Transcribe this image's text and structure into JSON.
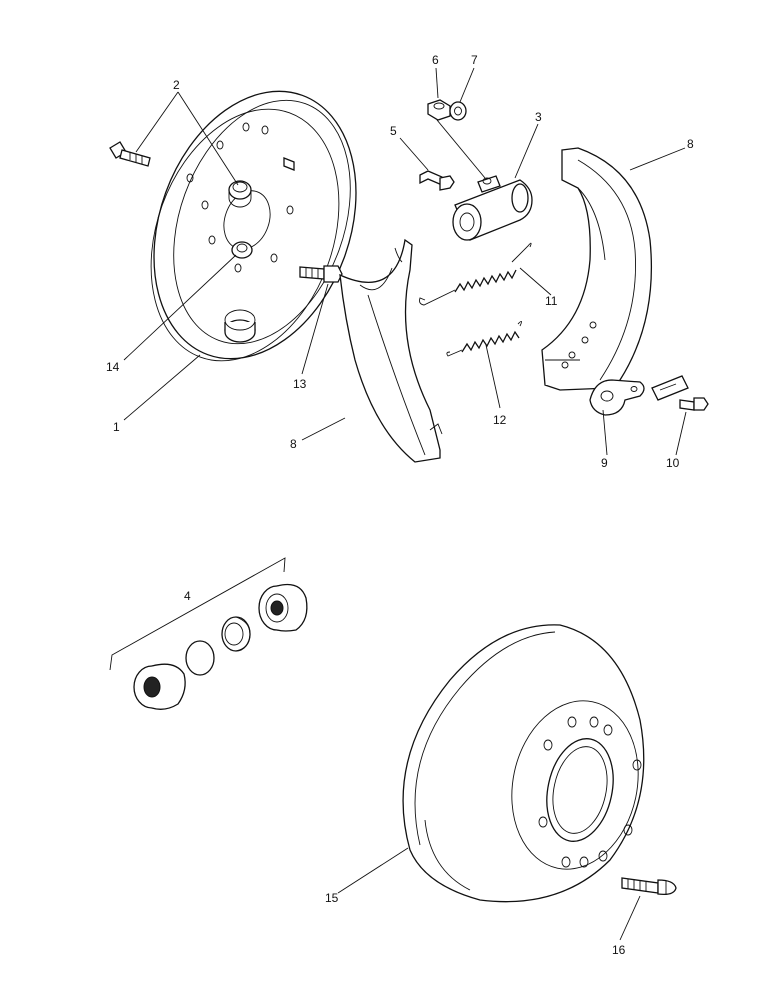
{
  "callouts": {
    "c1": "1",
    "c2": "2",
    "c3": "3",
    "c4": "4",
    "c5": "5",
    "c6": "6",
    "c7": "7",
    "c8a": "8",
    "c8b": "8",
    "c9": "9",
    "c10": "10",
    "c11": "11",
    "c12": "12",
    "c13": "13",
    "c14": "14",
    "c15": "15",
    "c16": "16"
  }
}
